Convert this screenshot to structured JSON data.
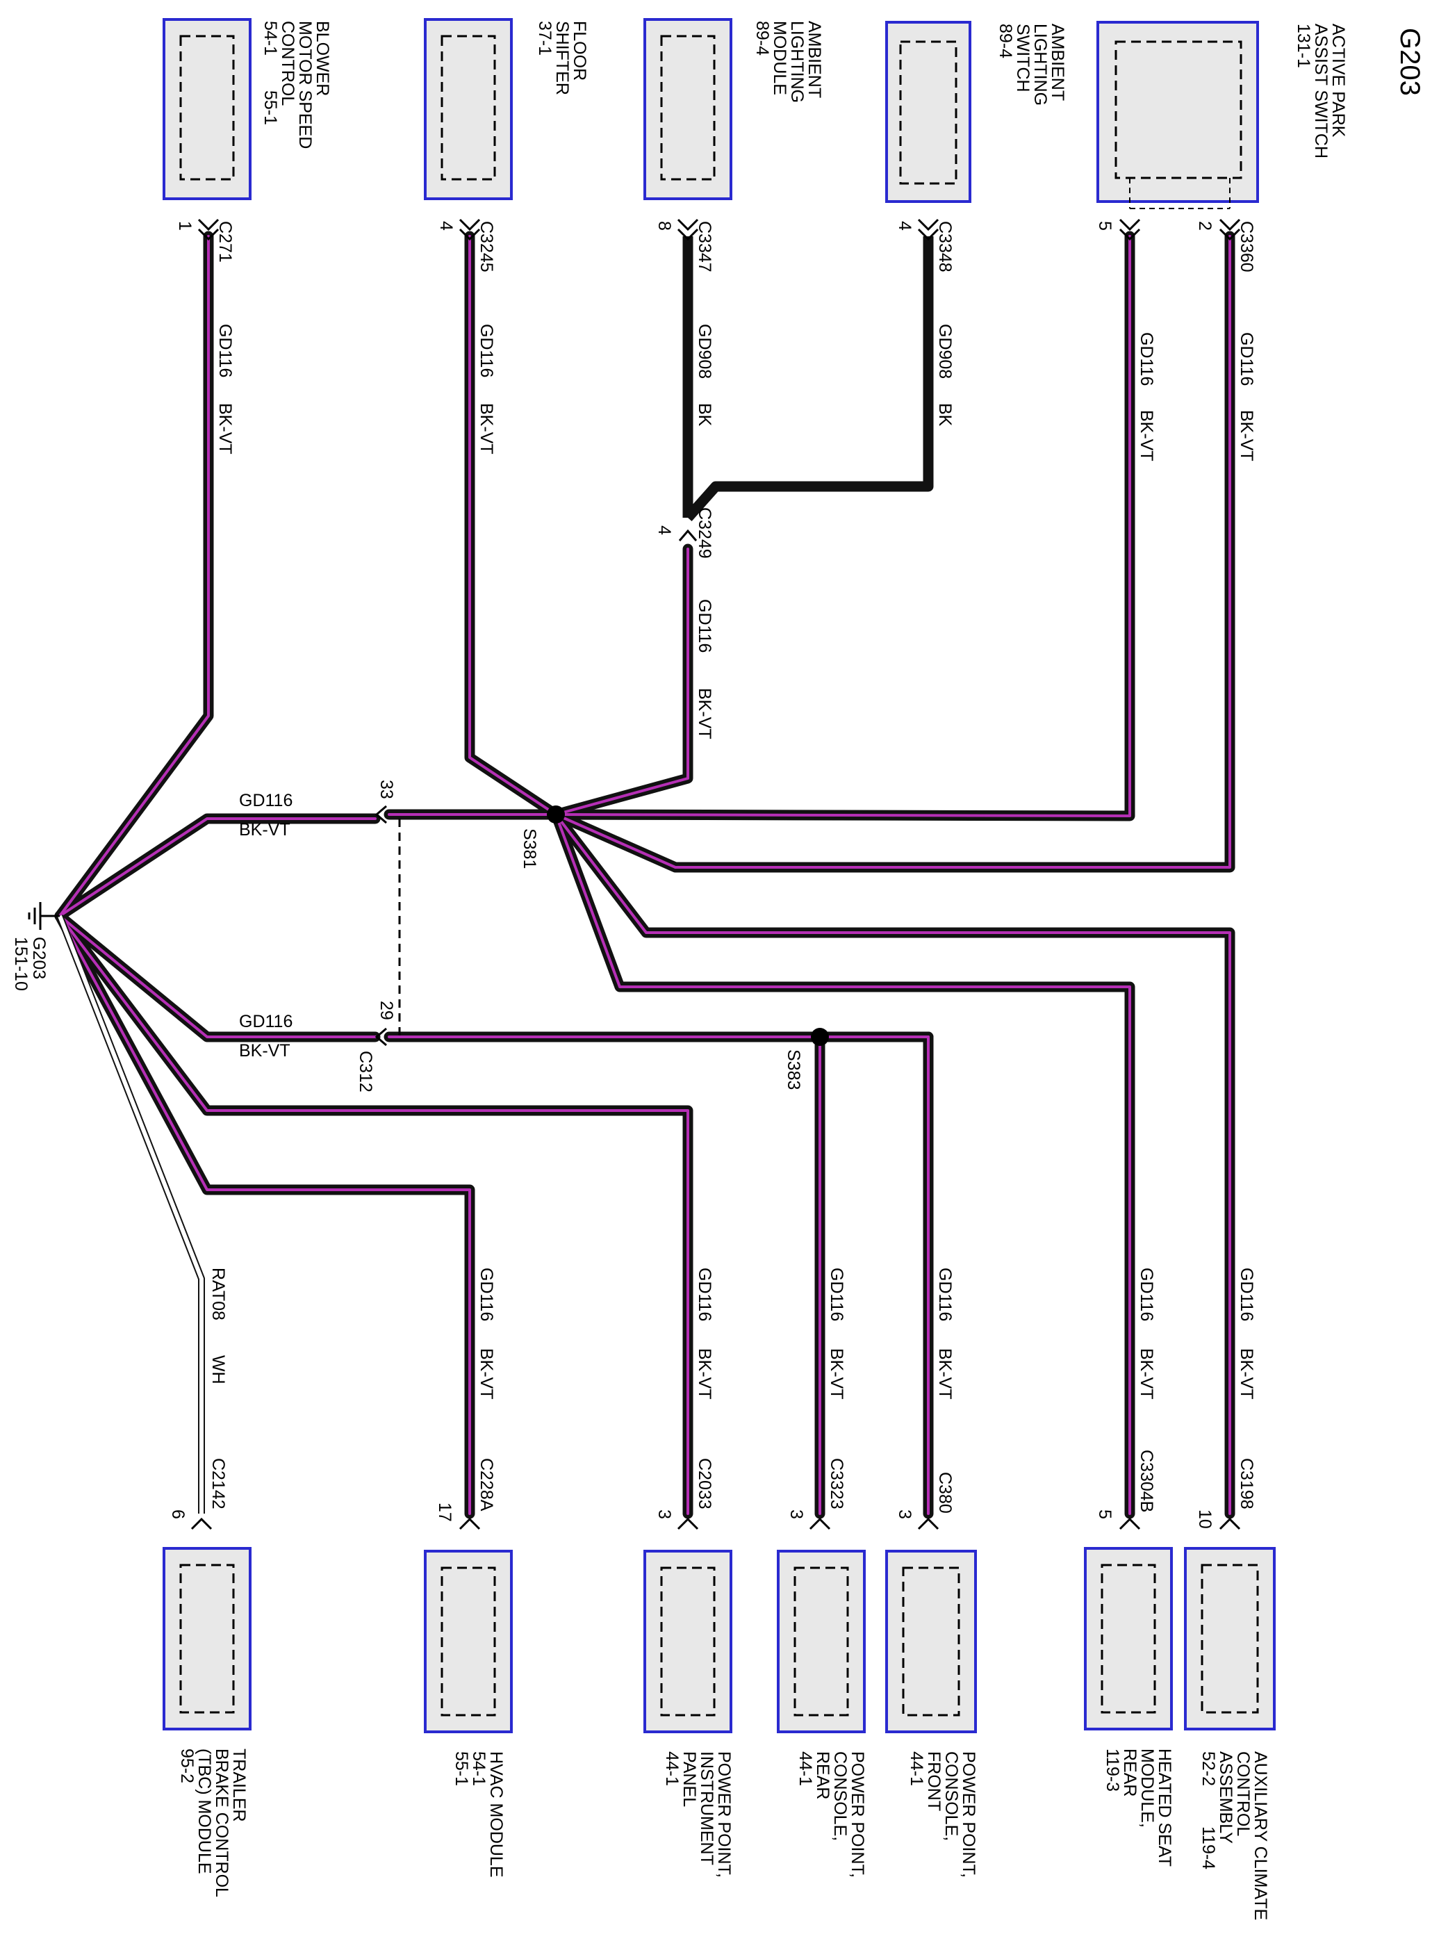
{
  "title": "G203",
  "components": {
    "active_park": {
      "name": [
        "ACTIVE PARK",
        "ASSIST SWITCH"
      ],
      "ref": "131-1"
    },
    "ambient_switch": {
      "name": [
        "AMBIENT",
        "LIGHTING",
        "SWITCH"
      ],
      "ref": "89-4"
    },
    "ambient_module": {
      "name": [
        "AMBIENT",
        "LIGHTING",
        "MODULE"
      ],
      "ref": "89-4"
    },
    "floor_shifter": {
      "name": [
        "FLOOR",
        "SHIFTER"
      ],
      "ref": "37-1"
    },
    "blower": {
      "name": [
        "BLOWER",
        "MOTOR SPEED",
        "CONTROL"
      ],
      "ref": "54-1",
      "ref2": "55-1"
    },
    "aux_climate": {
      "name": [
        "AUXILIARY CLIMATE",
        "CONTROL",
        "ASSEMBLY"
      ],
      "ref": "52-2",
      "ref2": "119-4"
    },
    "heated_seat": {
      "name": [
        "HEATED SEAT",
        "MODULE,",
        "REAR"
      ],
      "ref": "119-3"
    },
    "pp_front": {
      "name": [
        "POWER POINT,",
        "CONSOLE,",
        "FRONT"
      ],
      "ref": "44-1"
    },
    "pp_rear": {
      "name": [
        "POWER POINT,",
        "CONSOLE,",
        "REAR"
      ],
      "ref": "44-1"
    },
    "pp_ip": {
      "name": [
        "POWER POINT,",
        "INSTRUMENT",
        "PANEL"
      ],
      "ref": "44-1"
    },
    "hvac": {
      "name": [
        "HVAC MODULE"
      ],
      "ref": "54-1",
      "ref2": "55-1"
    },
    "tbc": {
      "name": [
        "TRAILER",
        "BRAKE CONTROL",
        "(TBC) MODULE"
      ],
      "ref": "95-2"
    }
  },
  "connectors": {
    "c3360": {
      "name": "C3360",
      "pin_a": "5",
      "pin_b": "2"
    },
    "c3348": {
      "name": "C3348",
      "pin": "4"
    },
    "c3347": {
      "name": "C3347",
      "pin": "8"
    },
    "c3245": {
      "name": "C3245",
      "pin": "4"
    },
    "c271": {
      "name": "C271",
      "pin": "1"
    },
    "c3249": {
      "name": "C3249",
      "pin": "4"
    },
    "c312": {
      "name": "C312",
      "pin_a": "33",
      "pin_b": "29"
    },
    "c3198": {
      "name": "C3198",
      "pin": "10"
    },
    "c3304b": {
      "name": "C3304B",
      "pin": "5"
    },
    "c380": {
      "name": "C380",
      "pin": "3"
    },
    "c3323": {
      "name": "C3323",
      "pin": "3"
    },
    "c2033": {
      "name": "C2033",
      "pin": "3"
    },
    "c228a": {
      "name": "C228A",
      "pin": "17"
    },
    "c2142": {
      "name": "C2142",
      "pin": "6"
    }
  },
  "splices": {
    "s381": "S381",
    "s383": "S383"
  },
  "ground": {
    "name": "G203",
    "ref": "151-10"
  },
  "wires": {
    "gd116": "GD116",
    "gd908": "GD908",
    "rat08": "RAT08",
    "bkvt": "BK-VT",
    "bk": "BK",
    "wh": "WH"
  },
  "colors": {
    "wire_black": "#111111",
    "wire_violet": "#b52fb5",
    "component_border": "#2a2ad0",
    "component_fill": "#e8e8e8"
  }
}
